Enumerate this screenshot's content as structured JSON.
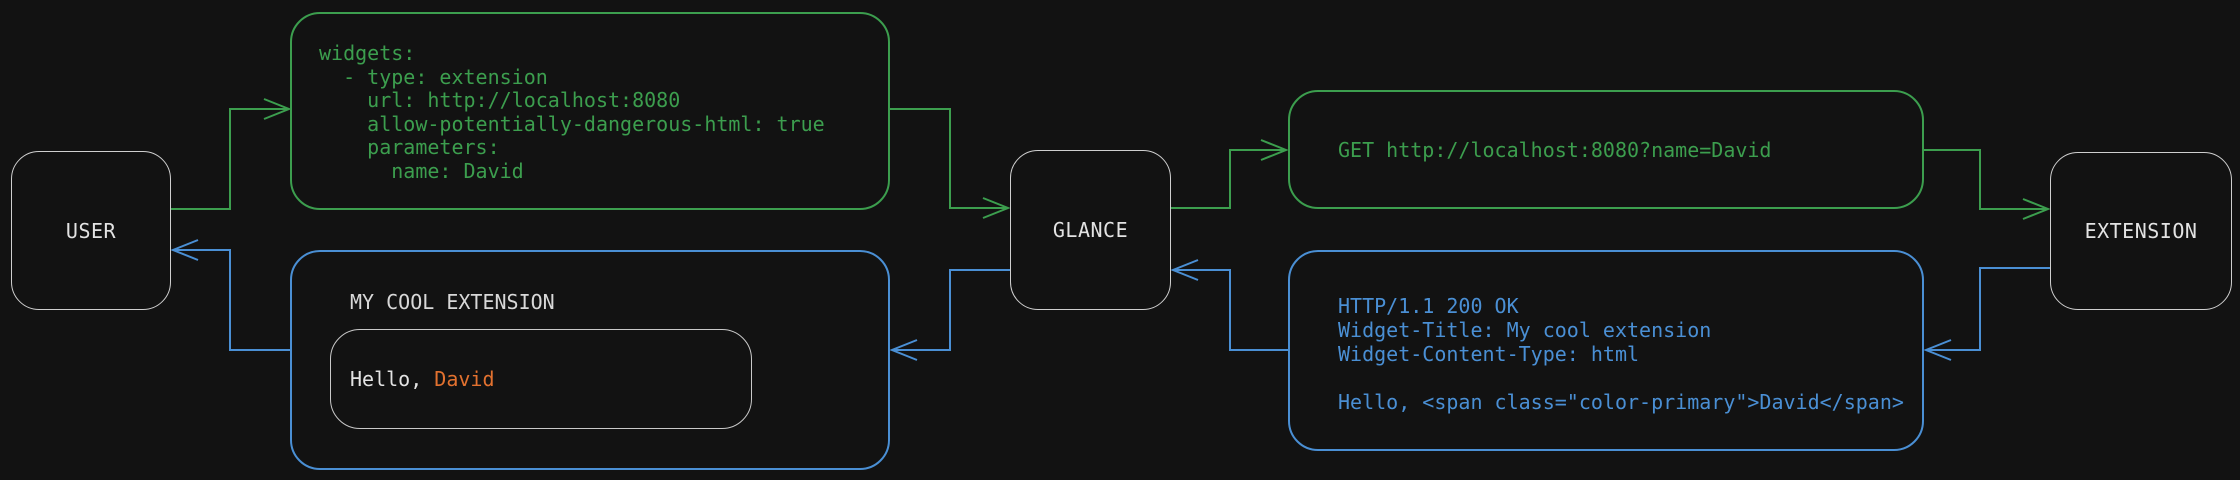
{
  "nodes": {
    "user": {
      "label": "USER"
    },
    "glance": {
      "label": "GLANCE"
    },
    "extension": {
      "label": "EXTENSION"
    }
  },
  "config_box": {
    "code": "widgets:\n  - type: extension\n    url: http://localhost:8080\n    allow-potentially-dangerous-html: true\n    parameters:\n      name: David"
  },
  "request_box": {
    "code": "GET http://localhost:8080?name=David"
  },
  "response_box": {
    "code": "HTTP/1.1 200 OK\nWidget-Title: My cool extension\nWidget-Content-Type: html\n\nHello, <span class=\"color-primary\">David</span>"
  },
  "widget_box": {
    "title": "MY COOL EXTENSION",
    "greeting": {
      "prefix": "Hello, ",
      "name": "David"
    }
  },
  "arrows": [
    {
      "from": "user",
      "to": "config_box",
      "color": "green"
    },
    {
      "from": "config_box",
      "to": "glance",
      "color": "green"
    },
    {
      "from": "glance",
      "to": "request_box",
      "color": "green"
    },
    {
      "from": "request_box",
      "to": "extension",
      "color": "green"
    },
    {
      "from": "extension",
      "to": "response_box",
      "color": "blue"
    },
    {
      "from": "response_box",
      "to": "glance",
      "color": "blue"
    },
    {
      "from": "glance",
      "to": "widget_box",
      "color": "blue"
    },
    {
      "from": "widget_box",
      "to": "user",
      "color": "blue"
    }
  ],
  "colors": {
    "background": "#121212",
    "request_flow": "#3c9e4e",
    "response_flow": "#4a8fd4",
    "accent_name": "#e2712f",
    "node_border": "#cfcfcf",
    "text": "#e3e3e3"
  }
}
